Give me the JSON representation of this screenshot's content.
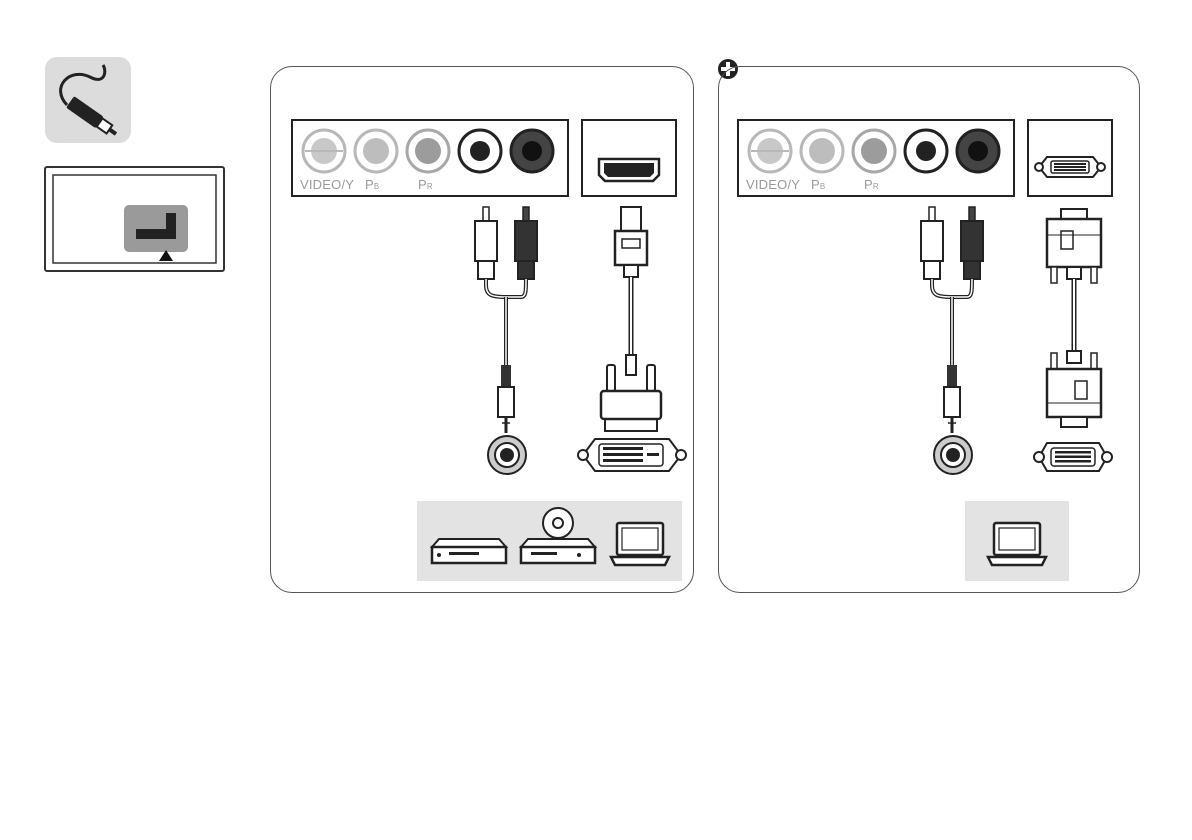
{
  "panel_a": {
    "jacks": {
      "video_y": "VIDEO/Y",
      "pb_main": "P",
      "pb_sub": "B",
      "pr_main": "P",
      "pr_sub": "R"
    },
    "sources": [
      "video-player-icon",
      "dvd-player-icon",
      "laptop-icon"
    ]
  },
  "panel_b": {
    "jacks": {
      "video_y": "VIDEO/Y",
      "pb_main": "P",
      "pb_sub": "B",
      "pr_main": "P",
      "pr_sub": "R"
    },
    "sources": [
      "laptop-icon"
    ]
  },
  "icons": {
    "cable": "cable-icon",
    "tv_back": "tv-back-panel-icon",
    "plus": "plus-circle-icon"
  },
  "colors": {
    "panel_border": "#555555",
    "source_bg": "#e3e3e3",
    "icon_bg": "#dcdcdc",
    "jack_gray": "#b0b0b0",
    "jack_black": "#333333"
  }
}
